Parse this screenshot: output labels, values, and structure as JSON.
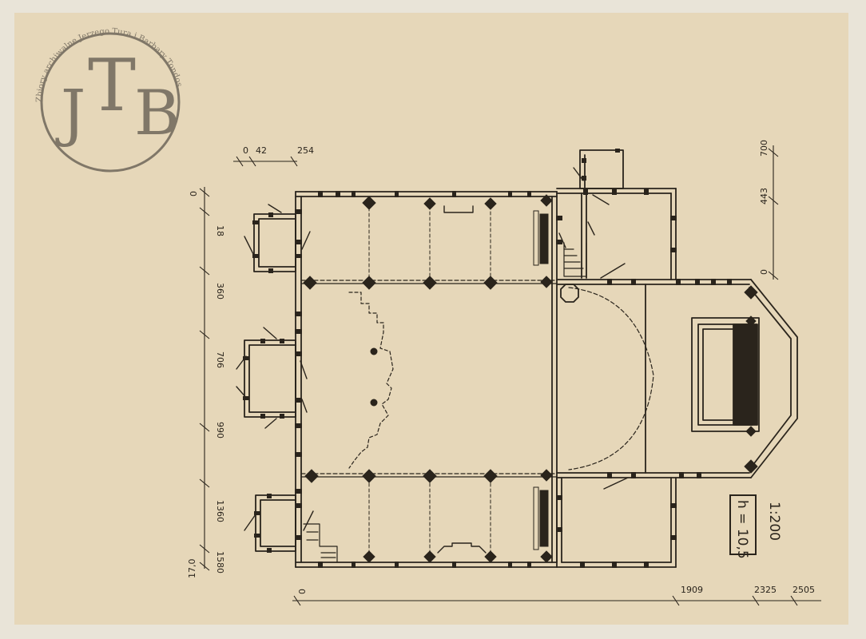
{
  "watermark": {
    "letters": [
      "J",
      "T",
      "B"
    ],
    "ring_text": "Zbiory archiwalne Jerzego Tura i Barbary Tondos"
  },
  "dimensions": {
    "top": [
      "0",
      "42",
      "254"
    ],
    "left": [
      "0",
      "18",
      "360",
      "706",
      "990",
      "1360",
      "1580",
      "17,0"
    ],
    "right": [
      "700",
      "443",
      "0"
    ],
    "bottom": [
      "0",
      "1909",
      "2325",
      "2505"
    ]
  },
  "annotations": {
    "height": "h = 10,5",
    "scale": "1:200"
  },
  "colors": {
    "paper": "#e6d7b9",
    "ink": "#2a241c",
    "watermark": "#6f675a"
  }
}
